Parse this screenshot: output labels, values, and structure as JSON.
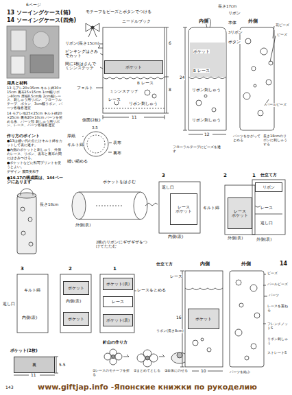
{
  "diagram": {
    "nodes": [
      {
        "text": [
          "ポケット"
        ]
      },
      {
        "text": [
          "レース",
          "ポケット"
        ]
      },
      {
        "text": [
          "レース",
          "ポケット"
        ]
      },
      {
        "text": [
          "リボン"
        ]
      },
      {
        "text": [
          "ポケット"
        ]
      },
      {
        "text": [
          "ポケット"
        ]
      },
      {
        "text": [
          "ポケット(表)"
        ]
      },
      {
        "text": [
          "レース"
        ]
      },
      {
        "text": [
          "ポケット(表)"
        ]
      },
      {
        "text": [
          "裏"
        ]
      },
      {
        "text": [
          "ポケット"
        ]
      }
    ],
    "labels": [
      "6ページ",
      "13 ソーイングケース(筒)",
      "14 ソーイングケース(四角)",
      "用具と材料",
      "13 モアレ20×35cm キルト綿30×15cm 裏布15×15cm 1cm幅リボン40cm 厚紙8.5cm角 2cm幅レース、刺しゅう用リボン、フローラルテープ、ボタン、3cm幅リボン、パーツ各種各適宜",
      "14 モアレ地25×25cm キルト綿20×25cm 裏布20×10cm パーツを留める糸、パーツ類 刺しゅう用リボン、レース、パーツ各種各適宜",
      "作り方のポイント",
      "●13は縫い代の分だけキルト綿をカットして表に返す。",
      "●内側のポケットと刺しゅう、外側のレース、リボン、表布と裏布の間にはさみつける。",
      "●ポケットなどに転写プリントを使うとよい。",
      "デザイン 濱田美和子",
      "●16.17の構成図は、144ページにあります",
      "ニードルブック",
      "モチーフをビーズとボタンでつける",
      "リボン(長さ15cm)",
      "ピンキングはさみでカット",
      "6",
      "8",
      "B レース",
      "ミシンステッチ",
      "レース",
      "リボン刺しゅう",
      "11",
      "間に1枚はさんでミシンステッチ",
      "フェルト",
      "側面(2枚)",
      "3.5",
      "厚紙",
      "キルト綿",
      "表布",
      "縫い縮める",
      "裏布",
      "ポケットをはさむ",
      "2枚のリボンにギザギザをつけてたたむ",
      "外側(表)",
      "長さ18cm",
      "3",
      "2",
      "1",
      "仕立て方",
      "キルト綿",
      "内側(表)",
      "返し口",
      "外側(表)",
      "外側(表)",
      "レース",
      "返し口",
      "内側",
      "外側",
      "長さ17cm",
      "リボン",
      "本体",
      "3リボン",
      "ボタン",
      "ポケット",
      "B レース",
      "リボン刺しゅう",
      "24",
      "12",
      "花ビーズ",
      "ビーズ",
      "パールビーズ",
      "パーツをかがってとめる",
      "フローラルテープにビーズを通す",
      "長さ18cmのリボンに刺しゅうする",
      "リボン刺しゅう",
      "3",
      "2",
      "1",
      "キルト綿",
      "内側(表)",
      "返し口",
      "内側(表)",
      "レースをとめる",
      "ポケット(2枚)",
      "5.5",
      "11",
      "針山の作り方",
      "①レースのモチーフを折る",
      "②まとめてとじる",
      "③本体にのせる",
      "仕立て方",
      "内側",
      "外側",
      "14",
      "レース",
      "ビーズ",
      "16",
      "10",
      "パールビーズ",
      "パーツ",
      "レースを重ねる",
      "フレンチノットS",
      "リボン(長さ8cm)",
      "リボン刺しゅう",
      "ストレートS",
      "パーツを結ぶ",
      "143",
      "www.giftjap.info -Японские книжки по рукоделию"
    ]
  }
}
